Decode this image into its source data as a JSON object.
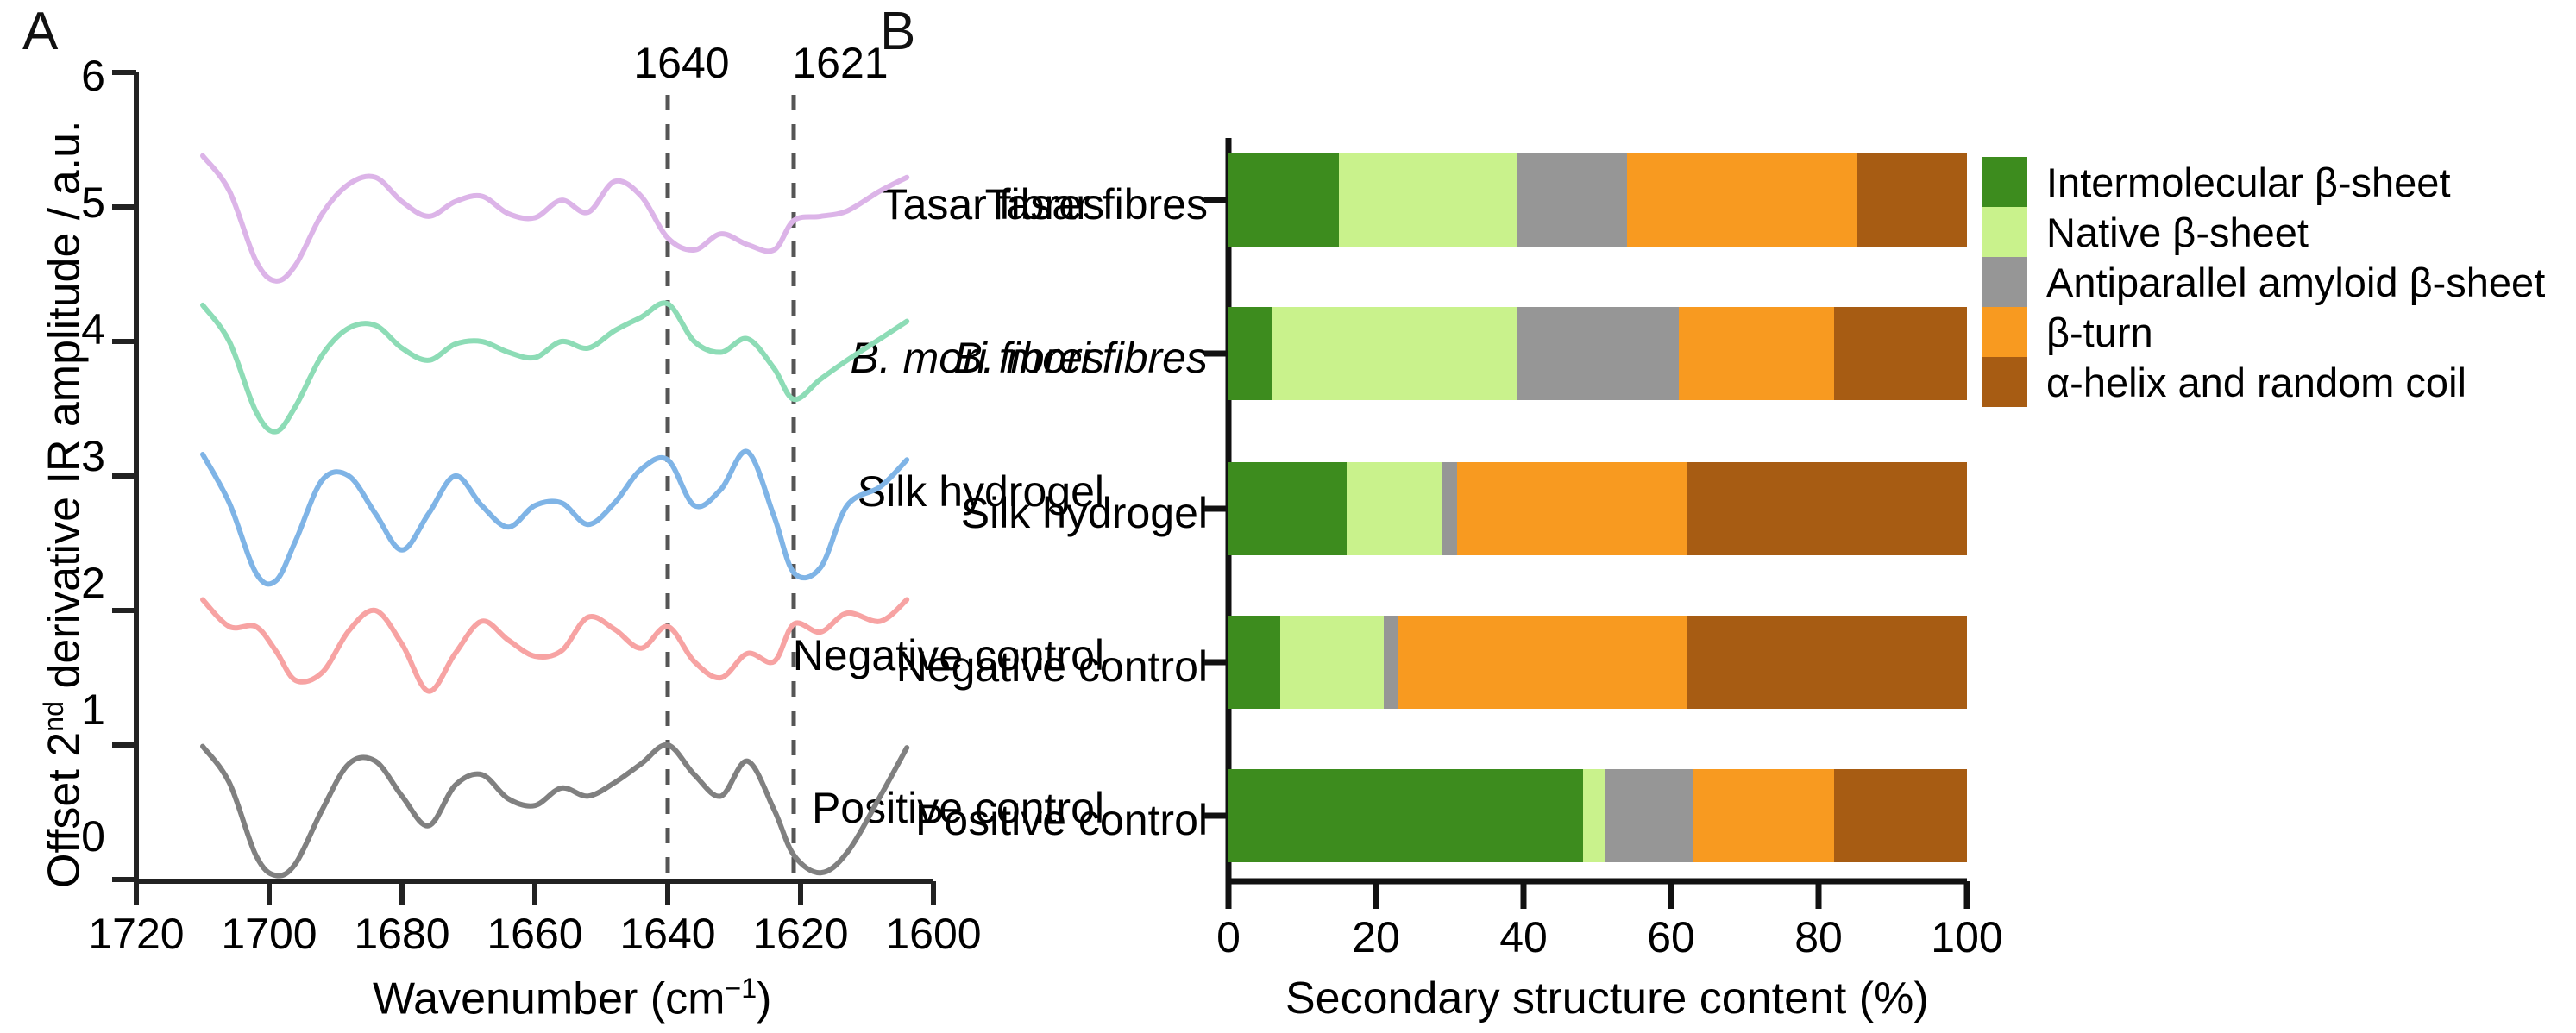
{
  "figure": {
    "panels": [
      {
        "letter": "A"
      },
      {
        "letter": "B"
      }
    ]
  },
  "panelA": {
    "letter": "A",
    "ylabel_prefix": "Offset 2",
    "ylabel_sup": "nd",
    "ylabel_suffix": " derivative IR amplitude / a.u.",
    "xlabel_main": "Wavenumber (cm",
    "xlabel_sup": "−1",
    "xlabel_close": ")",
    "y_ticks": [
      "6",
      "5",
      "4",
      "3",
      "2",
      "1",
      "0"
    ],
    "x_ticks": [
      "1720",
      "1700",
      "1680",
      "1660",
      "1640",
      "1620",
      "1600"
    ],
    "markers": [
      {
        "label": "1640",
        "wavenumber": 1640
      },
      {
        "label": "1621",
        "wavenumber": 1621
      }
    ],
    "series_labels": [
      "Tasar fibres",
      "B. mori fibres",
      "Silk hydrogel",
      "Negative control",
      "Positive control"
    ],
    "series_label_italic": [
      false,
      true,
      false,
      false,
      false
    ],
    "colors": {
      "tasar": "#dcb4e8",
      "b_mori": "#8ddcb6",
      "silk_hydrogel": "#7fb4e6",
      "negative_control": "#f7a3a3",
      "positive_control": "#808080"
    }
  },
  "panelB": {
    "letter": "B",
    "xlabel": "Secondary structure content (%)",
    "x_ticks": [
      "0",
      "20",
      "40",
      "60",
      "80",
      "100"
    ],
    "category_labels": [
      "Tasar fibres",
      "B. mori fibres",
      "Silk hydrogel",
      "Negative control",
      "Positive control"
    ],
    "category_label_italic": [
      false,
      true,
      false,
      false,
      false
    ],
    "legend": [
      {
        "label": "Intermolecular β-sheet",
        "color": "#3d8c1e"
      },
      {
        "label": "Native β-sheet",
        "color": "#c9f28c"
      },
      {
        "label": "Antiparallel amyloid β-sheet",
        "color": "#969696"
      },
      {
        "label": "β-turn",
        "color": "#f89a20"
      },
      {
        "label": "α-helix and random coil",
        "color": "#a75c13"
      }
    ]
  },
  "chart_data": [
    {
      "type": "line",
      "title": "A",
      "xlabel": "Wavenumber (cm−1)",
      "ylabel": "Offset 2nd derivative IR amplitude / a.u.",
      "xlim": [
        1720,
        1600
      ],
      "ylim": [
        0,
        6
      ],
      "x_ticks": [
        1720,
        1700,
        1680,
        1660,
        1640,
        1620,
        1600
      ],
      "y_ticks": [
        0,
        1,
        2,
        3,
        4,
        5,
        6
      ],
      "grid": false,
      "annotations": [
        {
          "type": "vline",
          "x": 1640,
          "label": "1640",
          "style": "dashed"
        },
        {
          "type": "vline",
          "x": 1621,
          "label": "1621",
          "style": "dashed"
        }
      ],
      "legend_position": "inline-right",
      "series": [
        {
          "name": "Tasar fibres",
          "color": "#dcb4e8",
          "offset": 4.7,
          "x": [
            1710,
            1706,
            1702,
            1699,
            1696,
            1692,
            1688,
            1684,
            1680,
            1676,
            1672,
            1668,
            1664,
            1660,
            1656,
            1652,
            1648,
            1644,
            1640,
            1636,
            1632,
            1628,
            1624,
            1621,
            1617,
            1613,
            1608,
            1604
          ],
          "y": [
            5.38,
            5.12,
            4.6,
            4.45,
            4.57,
            4.95,
            5.17,
            5.22,
            5.04,
            4.93,
            5.04,
            5.08,
            4.95,
            4.92,
            5.05,
            4.96,
            5.19,
            5.08,
            4.77,
            4.68,
            4.8,
            4.72,
            4.68,
            4.9,
            4.93,
            4.97,
            5.12,
            5.22
          ]
        },
        {
          "name": "B. mori fibres",
          "color": "#8ddcb6",
          "offset": 3.7,
          "x": [
            1710,
            1706,
            1702,
            1699,
            1696,
            1692,
            1688,
            1684,
            1680,
            1676,
            1672,
            1668,
            1664,
            1660,
            1656,
            1652,
            1648,
            1644,
            1640,
            1636,
            1632,
            1628,
            1624,
            1621,
            1617,
            1613,
            1608,
            1604
          ],
          "y": [
            4.27,
            4.0,
            3.48,
            3.33,
            3.52,
            3.9,
            4.1,
            4.12,
            3.95,
            3.86,
            3.98,
            4.0,
            3.92,
            3.88,
            4.0,
            3.95,
            4.08,
            4.18,
            4.28,
            4.0,
            3.92,
            4.02,
            3.8,
            3.57,
            3.72,
            3.86,
            4.02,
            4.15
          ]
        },
        {
          "name": "Silk hydrogel",
          "color": "#7fb4e6",
          "offset": 2.6,
          "x": [
            1710,
            1706,
            1702,
            1699,
            1696,
            1692,
            1688,
            1684,
            1680,
            1676,
            1672,
            1668,
            1664,
            1660,
            1656,
            1652,
            1648,
            1644,
            1640,
            1636,
            1632,
            1628,
            1624,
            1621,
            1617,
            1613,
            1608,
            1604
          ],
          "y": [
            3.16,
            2.8,
            2.28,
            2.22,
            2.52,
            2.97,
            3.0,
            2.72,
            2.45,
            2.72,
            3.0,
            2.78,
            2.62,
            2.78,
            2.8,
            2.64,
            2.8,
            3.05,
            3.12,
            2.78,
            2.9,
            3.18,
            2.7,
            2.28,
            2.32,
            2.78,
            2.92,
            3.12
          ]
        },
        {
          "name": "Negative control",
          "color": "#f7a3a3",
          "offset": 1.6,
          "x": [
            1710,
            1706,
            1702,
            1699,
            1696,
            1692,
            1688,
            1684,
            1680,
            1676,
            1672,
            1668,
            1664,
            1660,
            1656,
            1652,
            1648,
            1644,
            1640,
            1636,
            1632,
            1628,
            1624,
            1621,
            1617,
            1613,
            1608,
            1604
          ],
          "y": [
            2.08,
            1.88,
            1.88,
            1.7,
            1.48,
            1.54,
            1.85,
            2.0,
            1.75,
            1.4,
            1.68,
            1.92,
            1.78,
            1.66,
            1.7,
            1.95,
            1.86,
            1.72,
            1.88,
            1.62,
            1.5,
            1.68,
            1.62,
            1.9,
            1.84,
            1.98,
            1.92,
            2.08
          ]
        },
        {
          "name": "Positive control",
          "color": "#808080",
          "offset": 0.5,
          "x": [
            1710,
            1706,
            1702,
            1699,
            1696,
            1692,
            1688,
            1684,
            1680,
            1676,
            1672,
            1668,
            1664,
            1660,
            1656,
            1652,
            1648,
            1644,
            1640,
            1636,
            1632,
            1628,
            1624,
            1621,
            1617,
            1613,
            1608,
            1604
          ],
          "y": [
            0.99,
            0.72,
            0.18,
            0.03,
            0.12,
            0.52,
            0.86,
            0.88,
            0.62,
            0.4,
            0.7,
            0.78,
            0.6,
            0.55,
            0.68,
            0.62,
            0.72,
            0.86,
            1.0,
            0.78,
            0.62,
            0.88,
            0.52,
            0.18,
            0.05,
            0.2,
            0.62,
            0.98
          ]
        }
      ]
    },
    {
      "type": "bar",
      "orientation": "horizontal",
      "stacked": true,
      "title": "B",
      "xlabel": "Secondary structure content (%)",
      "ylabel": "",
      "xlim": [
        0,
        100
      ],
      "x_ticks": [
        0,
        20,
        40,
        60,
        80,
        100
      ],
      "grid": false,
      "legend_position": "right",
      "categories": [
        "Tasar fibres",
        "B. mori fibres",
        "Silk hydrogel",
        "Negative control",
        "Positive control"
      ],
      "series": [
        {
          "name": "Intermolecular β-sheet",
          "color": "#3d8c1e",
          "values": [
            15,
            6,
            16,
            7,
            48
          ]
        },
        {
          "name": "Native β-sheet",
          "color": "#c9f28c",
          "values": [
            24,
            33,
            13,
            14,
            3
          ]
        },
        {
          "name": "Antiparallel amyloid β-sheet",
          "color": "#969696",
          "values": [
            15,
            22,
            2,
            2,
            12
          ]
        },
        {
          "name": "β-turn",
          "color": "#f89a20",
          "values": [
            31,
            21,
            31,
            39,
            19
          ]
        },
        {
          "name": "α-helix and random coil",
          "color": "#a75c13",
          "values": [
            15,
            18,
            38,
            38,
            18
          ]
        }
      ]
    }
  ]
}
